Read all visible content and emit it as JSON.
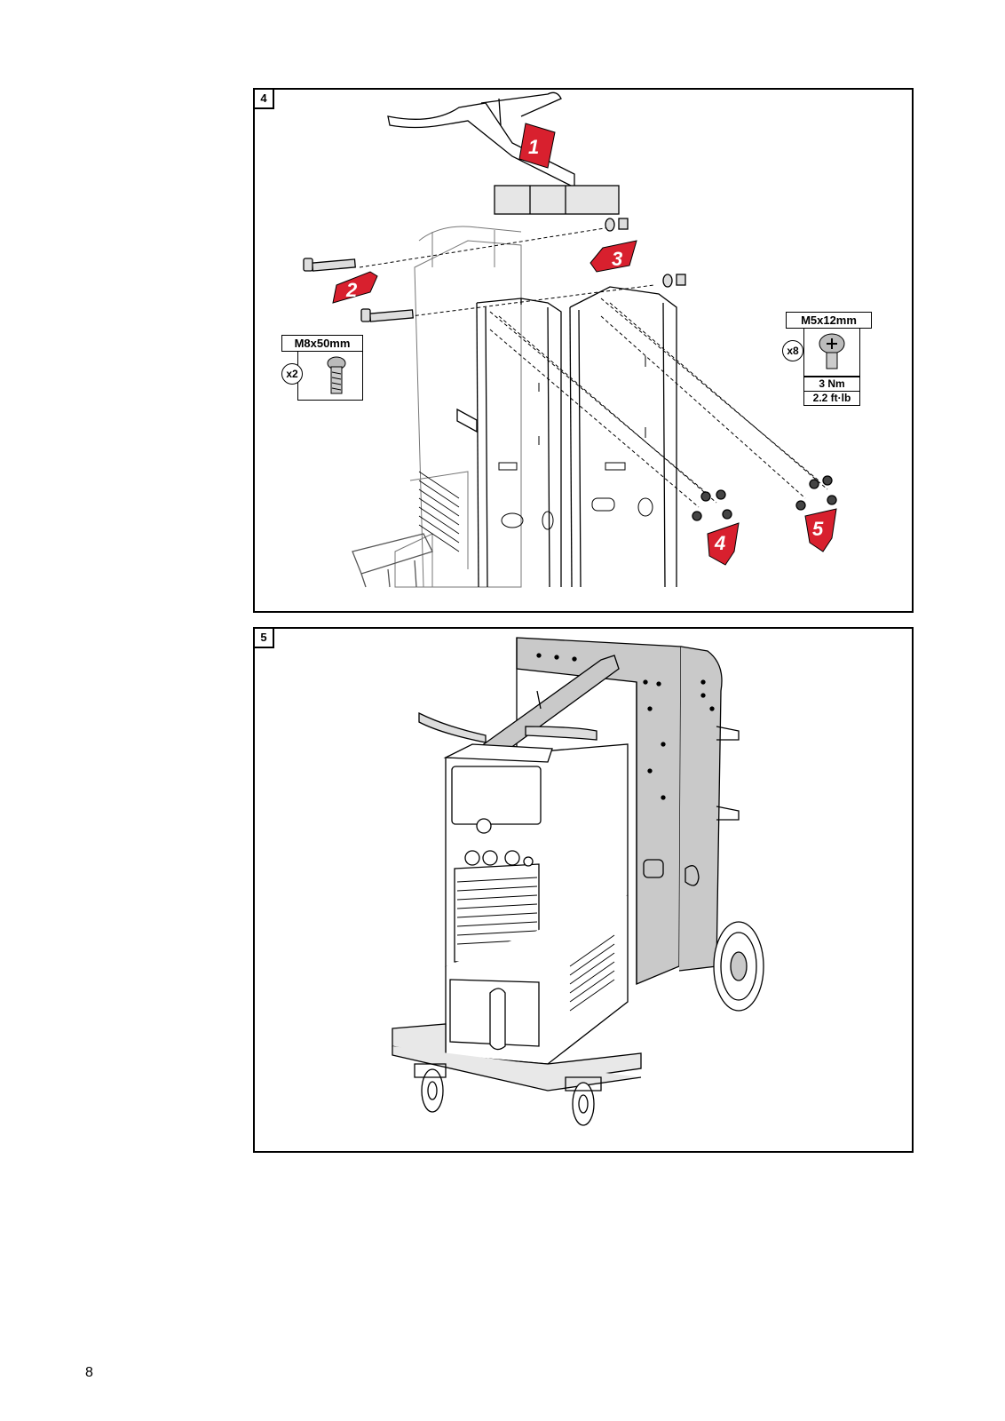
{
  "page_number": "8",
  "step4": {
    "label": "4",
    "markers": [
      "1",
      "2",
      "3",
      "4",
      "5"
    ],
    "screw_a": {
      "size": "M8x50mm",
      "quantity": "x2"
    },
    "screw_b": {
      "size": "M5x12mm",
      "quantity": "x8",
      "torque_nm": "3 Nm",
      "torque_ftlb": "2.2 ft·lb"
    }
  },
  "step5": {
    "label": "5"
  },
  "colors": {
    "marker_red": "#d8202e",
    "line": "#000000",
    "panel_grey": "#c9c9c9"
  }
}
